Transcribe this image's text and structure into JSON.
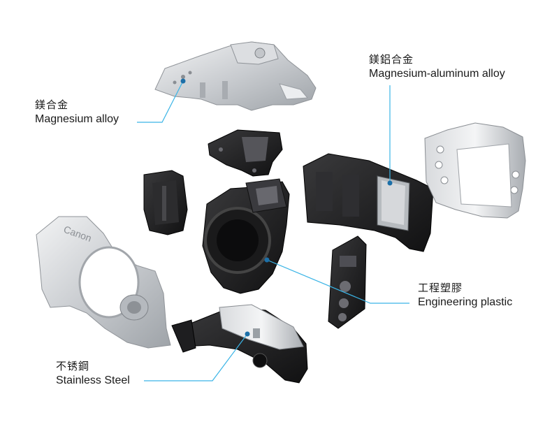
{
  "labels": {
    "magnesium_alloy": {
      "zh": "鎂合金",
      "en": "Magnesium alloy"
    },
    "magnesium_aluminum_alloy": {
      "zh": "鎂鋁合金",
      "en": "Magnesium-aluminum alloy"
    },
    "engineering_plastic": {
      "zh": "工程塑膠",
      "en": "Engineering plastic"
    },
    "stainless_steel": {
      "zh": "不锈鋼",
      "en": "Stainless Steel"
    }
  },
  "colors": {
    "leader_line": "#3ab4e6",
    "metal_light": "#e4e6e8",
    "metal_mid": "#b9bdc1",
    "plastic_dark": "#222222"
  },
  "logo_text": "Canon"
}
